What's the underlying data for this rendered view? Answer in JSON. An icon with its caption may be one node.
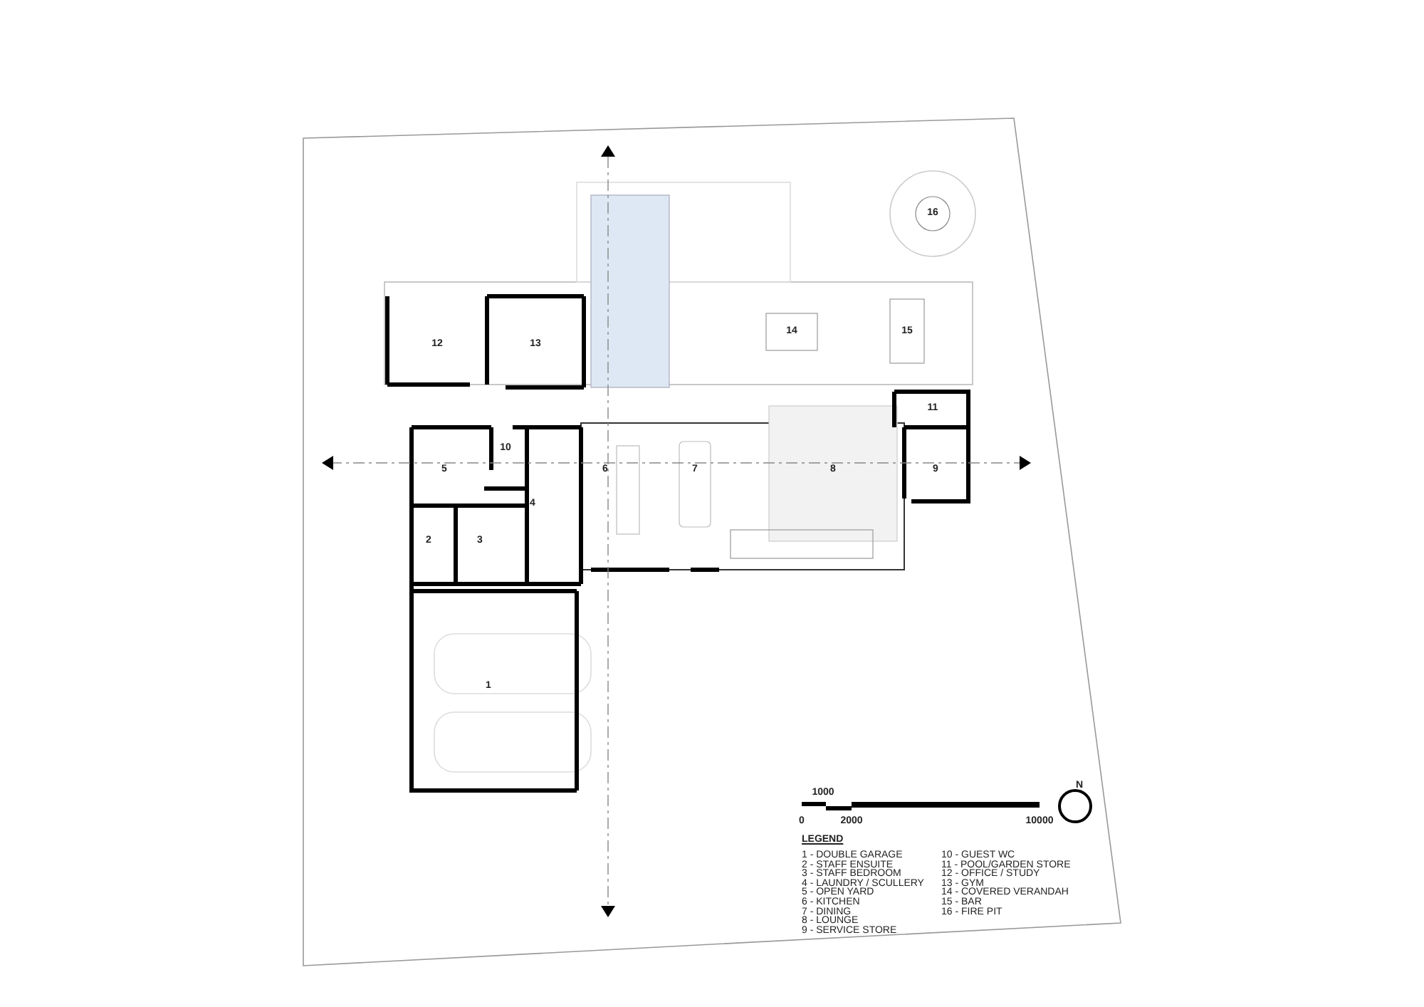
{
  "diagram": {
    "labels": [
      "16",
      "12",
      "13",
      "14",
      "15",
      "11",
      "10",
      "5",
      "6",
      "7",
      "8",
      "9",
      "4",
      "2",
      "3",
      "1",
      "1000",
      "0",
      "2000",
      "10000",
      "N",
      "LEGEND",
      "1 - DOUBLE GARAGE",
      "2 - STAFF ENSUITE",
      "3 - STAFF BEDROOM",
      "4 - LAUNDRY / SCULLERY",
      "5 - OPEN YARD",
      "6 - KITCHEN",
      "7 - DINING",
      "8 - LOUNGE",
      "9 - SERVICE STORE",
      "10 - GUEST WC",
      "11 - POOL/GARDEN STORE",
      "12 - OFFICE / STUDY",
      "13 - GYM",
      "14 - COVERED VERANDAH",
      "15 - BAR",
      "16 - FIRE PIT"
    ]
  }
}
